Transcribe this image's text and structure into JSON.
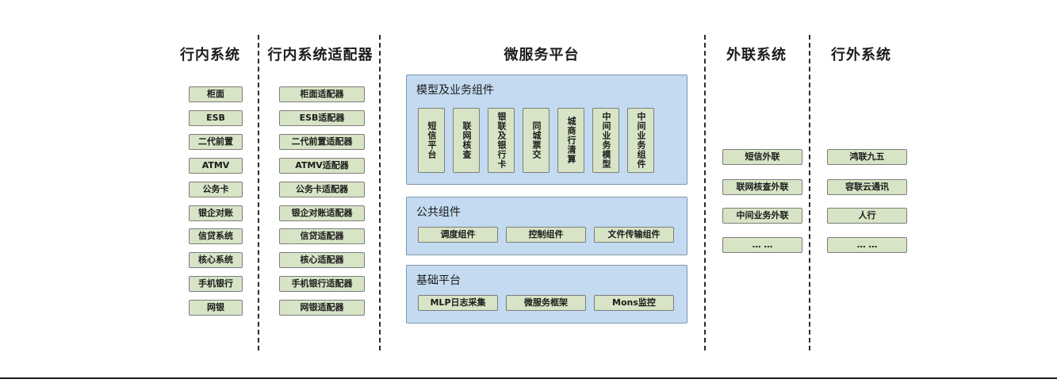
{
  "diagram": {
    "title_bank_internal": "行内系统",
    "title_bank_internal_adapter": "行内系统适配器",
    "title_microservice_platform": "微服务平台",
    "title_external_link": "外联系统",
    "title_outside_bank": "行外系统"
  },
  "colors": {
    "node_fill": "#d7e4c5",
    "node_border": "#7d7d7d",
    "panel_fill": "#c3daf0",
    "panel_border": "#8096ab",
    "text": "#1b1b1b",
    "divider": "#2b2b2b"
  },
  "bank_internal": {
    "items": [
      {
        "label": "柜面"
      },
      {
        "label": "ESB"
      },
      {
        "label": "二代前置"
      },
      {
        "label": "ATMV"
      },
      {
        "label": "公务卡"
      },
      {
        "label": "银企对账"
      },
      {
        "label": "信贷系统"
      },
      {
        "label": "核心系统"
      },
      {
        "label": "手机银行"
      },
      {
        "label": "网银"
      }
    ]
  },
  "bank_internal_adapter": {
    "items": [
      {
        "label": "柜面适配器"
      },
      {
        "label": "ESB适配器"
      },
      {
        "label": "二代前置适配器"
      },
      {
        "label": "ATMV适配器"
      },
      {
        "label": "公务卡适配器"
      },
      {
        "label": "银企对账适配器"
      },
      {
        "label": "信贷适配器"
      },
      {
        "label": "核心适配器"
      },
      {
        "label": "手机银行适配器"
      },
      {
        "label": "网银适配器"
      }
    ]
  },
  "microservice_platform": {
    "model_business": {
      "title": "模型及业务组件",
      "items": [
        {
          "label": "短信平台"
        },
        {
          "label": "联网核查"
        },
        {
          "label": "银联及银行卡"
        },
        {
          "label": "同城票交"
        },
        {
          "label": "城商行清算"
        },
        {
          "label": "中间业务模型"
        },
        {
          "label": "中间业务组件"
        }
      ]
    },
    "public_components": {
      "title": "公共组件",
      "items": [
        {
          "label": "调度组件"
        },
        {
          "label": "控制组件"
        },
        {
          "label": "文件传输组件"
        }
      ]
    },
    "base_platform": {
      "title": "基础平台",
      "items": [
        {
          "label": "MLP日志采集"
        },
        {
          "label": "微服务框架"
        },
        {
          "label": "Mons监控"
        }
      ]
    }
  },
  "external_link": {
    "items": [
      {
        "label": "短信外联"
      },
      {
        "label": "联网核查外联"
      },
      {
        "label": "中间业务外联"
      },
      {
        "label": "… …"
      }
    ]
  },
  "outside_bank": {
    "items": [
      {
        "label": "鸿联九五"
      },
      {
        "label": "容联云通讯"
      },
      {
        "label": "人行"
      },
      {
        "label": "… …"
      }
    ]
  }
}
